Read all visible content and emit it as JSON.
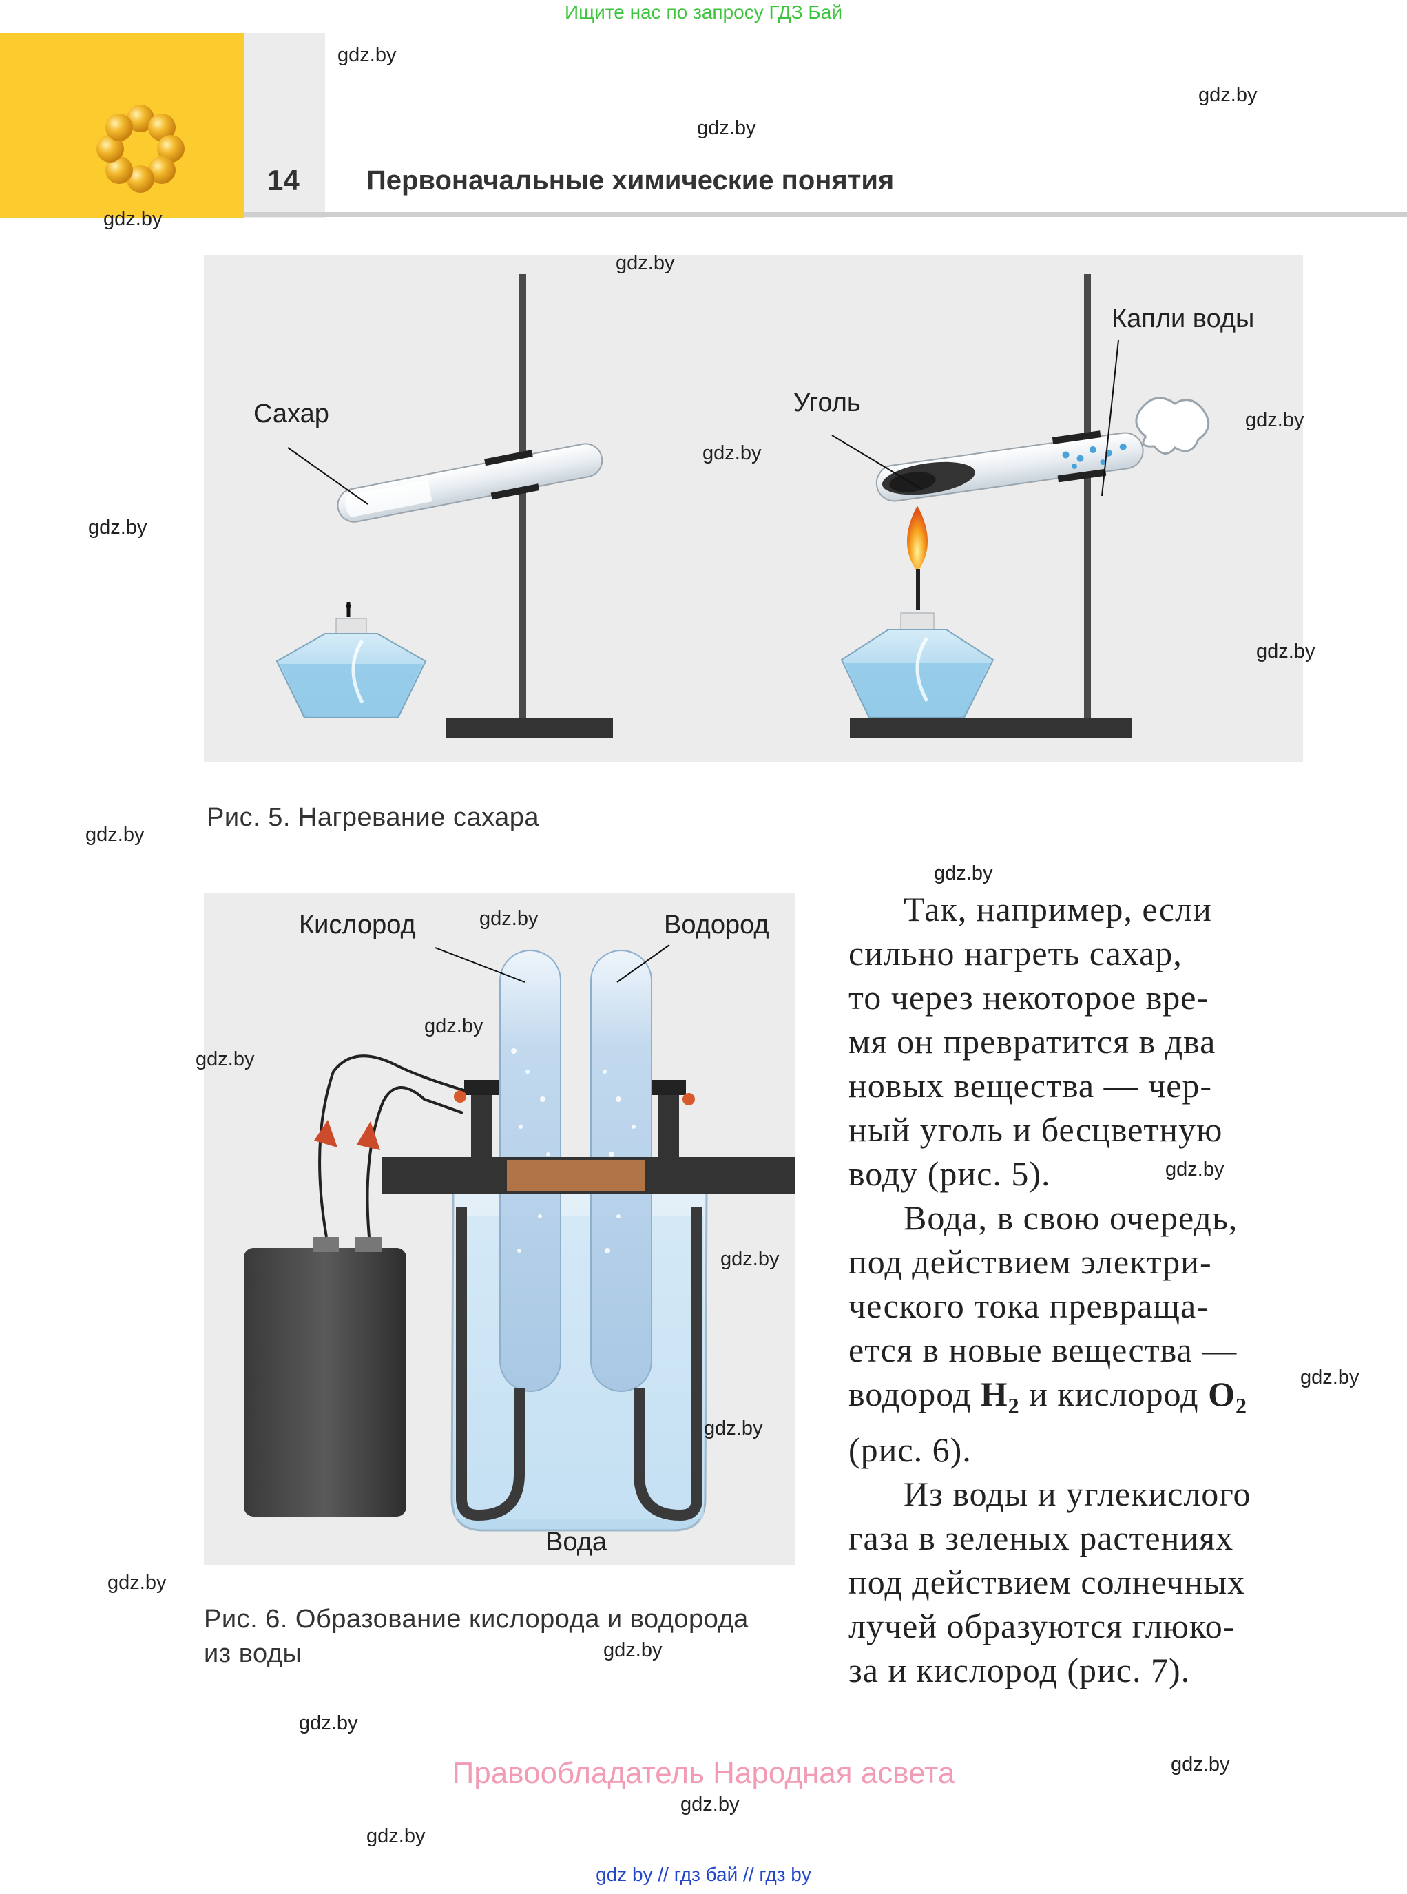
{
  "banner": "Ищите нас по запросу ГДЗ Бай",
  "header": {
    "page_number": "14",
    "title": "Первоначальные химические понятия"
  },
  "watermark": "gdz.by",
  "figure5": {
    "labels": {
      "sugar": "Сахар",
      "coal": "Уголь",
      "water_drops": "Капли воды"
    },
    "caption": "Рис. 5. Нагревание сахара"
  },
  "figure6": {
    "labels": {
      "oxygen": "Кислород",
      "hydrogen": "Водород",
      "water": "Вода"
    },
    "caption_line1": "Рис. 6. Образование кислорода и водорода",
    "caption_line2": "из воды"
  },
  "body": {
    "p1": [
      "Так, например, если",
      "сильно нагреть сахар,",
      "то через некоторое вре-",
      "мя он превратится в два",
      "новых вещества — чер-",
      "ный уголь и бесцветную",
      "воду (рис. 5)."
    ],
    "p2": [
      "Вода, в свою очередь,",
      "под действием электри-",
      "ческого тока превраща-",
      "ется в новые вещества —"
    ],
    "p2_formula_prefix": "водород ",
    "h2_base": "H",
    "h2_sub": "2",
    "p2_formula_mid": " и кислород ",
    "o2_base": "O",
    "o2_sub": "2",
    "p2_end": "(рис. 6).",
    "p3": [
      "Из воды и углекислого",
      "газа в зеленых растениях",
      "под действием солнечных",
      "лучей образуются глюко-",
      "за и кислород (рис. 7)."
    ]
  },
  "copyright": "Правообладатель Народная асвета",
  "footer_links": "gdz by  //  гдз бай  //  гдз by"
}
